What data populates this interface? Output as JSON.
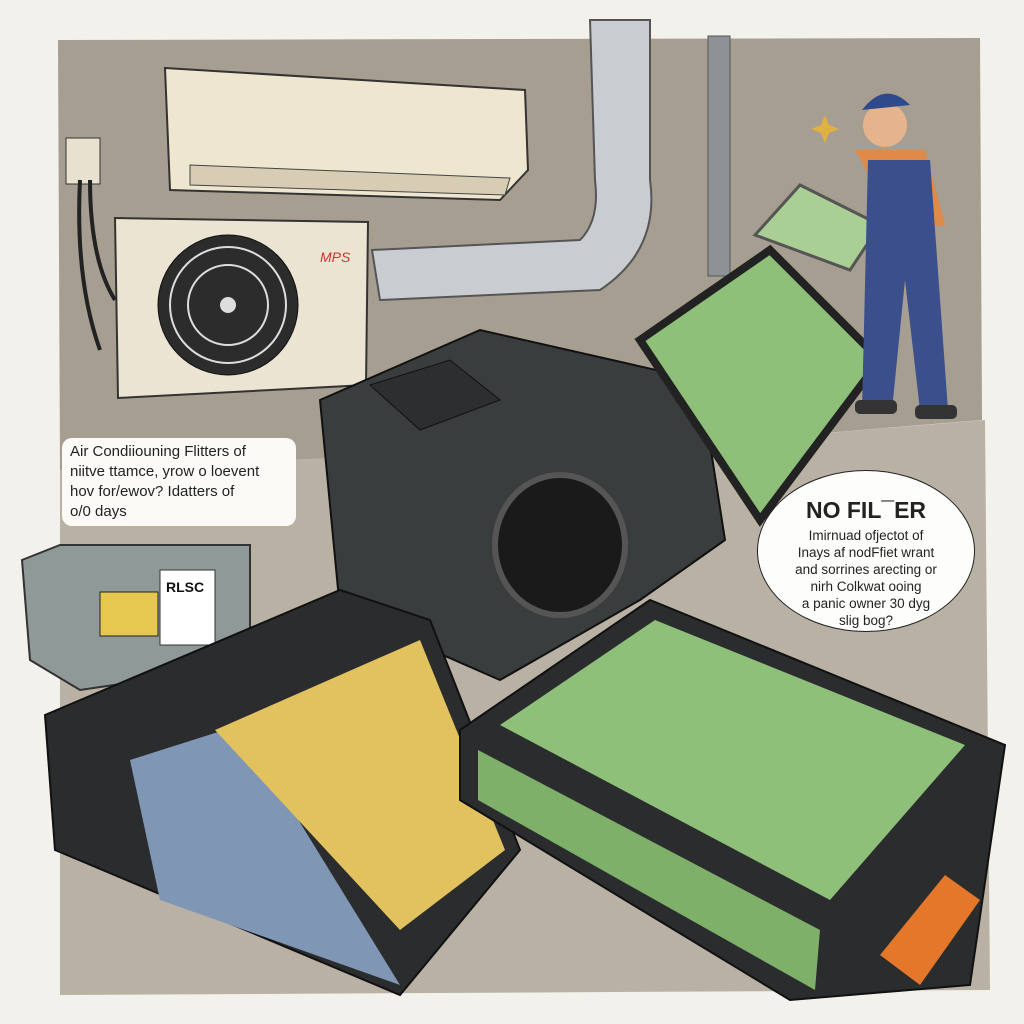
{
  "left_callout": {
    "lines": [
      "Air Condiiouning  Flitters of",
      "niitve ttamce, yrow o loevent",
      "hov for/ewov? Idatters of",
      "o/0 days"
    ]
  },
  "speech_bubble": {
    "title": "NO FIL¯ER",
    "lines": [
      "Imirnuad ofjectot of",
      "Inays af nodFfiet wrant",
      "and sorrines arecting or",
      "nirh Colkwat ooing",
      "a panic owner 30 dyg",
      "slig bog?"
    ]
  },
  "outdoor_unit_brand": "MPS",
  "battery_label": "RLSC",
  "colors": {
    "wall": "#a69e90",
    "ac_unit": "#efe6d0",
    "housing": "#3a3d3e",
    "green_filter": "#8fc07a",
    "yellow_filter": "#e2c25e",
    "blue_filter": "#7f96b5",
    "worker_overalls": "#3a4f8c",
    "worker_shirt": "#e08a4a",
    "accent_orange": "#e5772a"
  }
}
